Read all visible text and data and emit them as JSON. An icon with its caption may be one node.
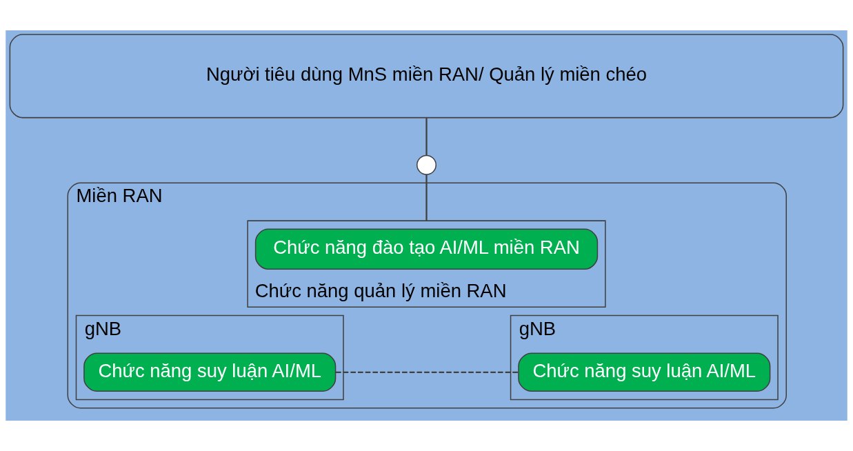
{
  "diagram": {
    "nodes": [
      {
        "text": [
          "Người tiêu dùng MnS miền RAN/ Quản lý miền chéo"
        ]
      },
      {
        "text": [],
        "shape": "circle"
      },
      {
        "text": [
          "Miền RAN"
        ]
      },
      {
        "text": [
          "Chức năng quản lý miền RAN"
        ],
        "in": 2
      },
      {
        "text": [
          "Chức năng đào tạo AI/ML miền RAN"
        ],
        "in": 3
      },
      {
        "text": [
          "gNB"
        ],
        "in": 2
      },
      {
        "text": [
          "Chức năng suy luận AI/ML"
        ],
        "in": 5
      },
      {
        "text": [
          "gNB"
        ],
        "in": 2
      },
      {
        "text": [
          "Chức năng suy luận AI/ML"
        ],
        "in": 7
      }
    ],
    "edges": [
      {
        "from": 0,
        "to": 1,
        "arrow": "none"
      },
      {
        "from": 1,
        "to": 3,
        "arrow": "none"
      },
      {
        "from": 6,
        "to": 8,
        "arrow": "none",
        "style": "dashed"
      }
    ]
  }
}
